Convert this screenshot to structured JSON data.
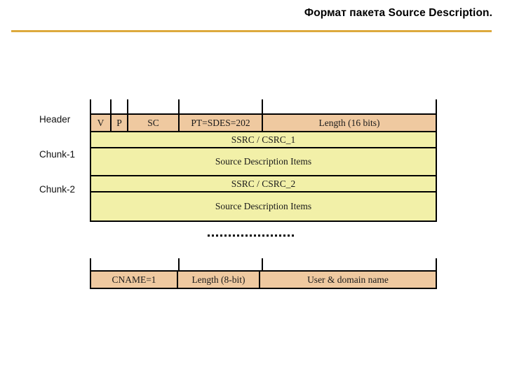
{
  "slide": {
    "title": "Формат пакета Source Description.",
    "accent_color": "#DDA93D",
    "background": "#FFFFFF"
  },
  "diagram": {
    "name": "sdes-packet-format",
    "colors": {
      "header_fill": "#EFC9A0",
      "chunk_fill": "#F2F0A8",
      "border": "#000000"
    },
    "side_labels": [
      {
        "label": "Header"
      },
      {
        "label": "Chunk-1"
      },
      {
        "label": "Chunk-2"
      }
    ],
    "header_row": {
      "cells": [
        {
          "label": "V"
        },
        {
          "label": "P"
        },
        {
          "label": "SC"
        },
        {
          "label": "PT=SDES=202"
        },
        {
          "label": "Length (16 bits)"
        }
      ]
    },
    "chunk_rows": [
      {
        "label": "SSRC / CSRC_1"
      },
      {
        "label": "Source Description Items"
      },
      {
        "label": "SSRC / CSRC_2"
      },
      {
        "label": "Source Description Items"
      }
    ],
    "separator": "dashed-continuation-line",
    "item_row": {
      "cells": [
        {
          "label": "CNAME=1"
        },
        {
          "label": "Length (8-bit)"
        },
        {
          "label": "User & domain name"
        }
      ]
    }
  }
}
